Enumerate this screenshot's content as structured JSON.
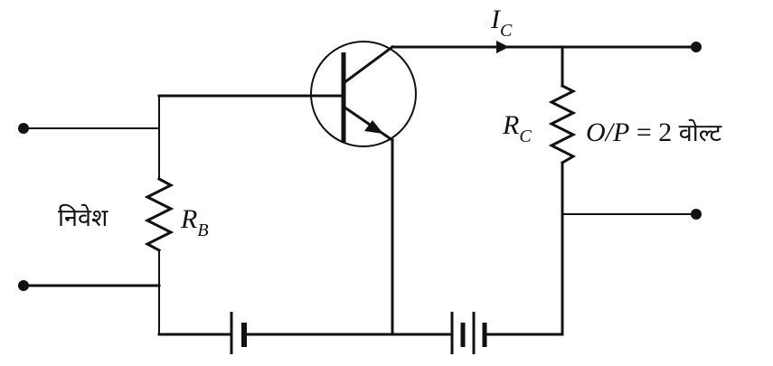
{
  "labels": {
    "input": "निवेश",
    "rb_main": "R",
    "rb_sub": "B",
    "rc_main": "R",
    "rc_sub": "C",
    "ic_main": "I",
    "ic_sub": "C",
    "output_main": "O/P",
    "output_eq": " = 2 ",
    "output_unit": "वोल्ट"
  },
  "colors": {
    "ink": "#111111",
    "background": "#ffffff"
  }
}
